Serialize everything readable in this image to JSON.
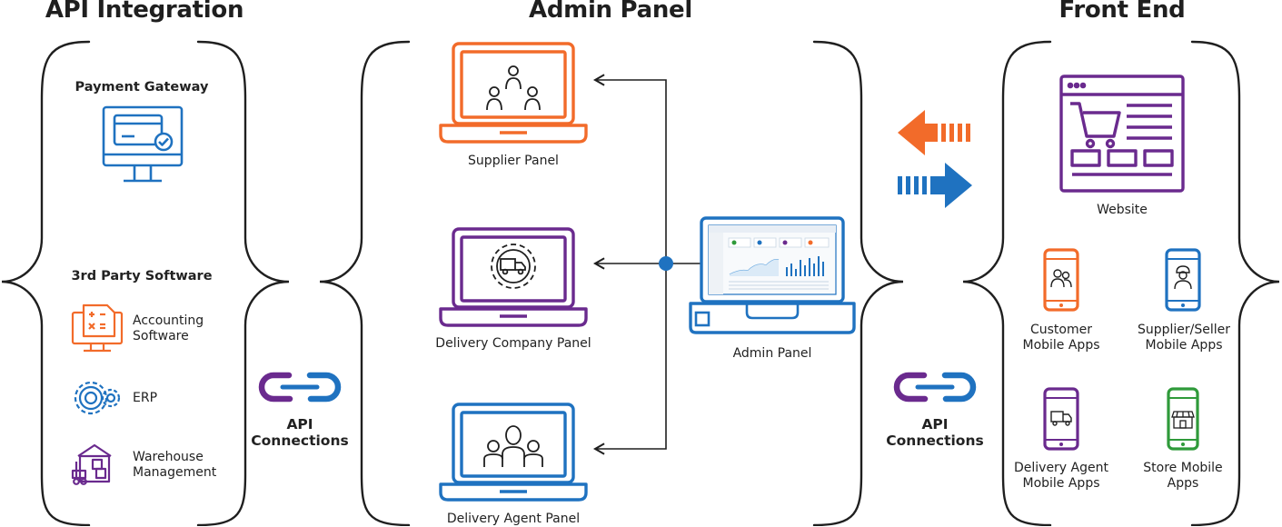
{
  "headings": {
    "api_integration": "API Integration",
    "admin_panel": "Admin Panel",
    "front_end": "Front End"
  },
  "api_integration": {
    "payment_gateway": "Payment Gateway",
    "third_party_title": "3rd Party Software",
    "accounting_line1": "Accounting",
    "accounting_line2": "Software",
    "erp": "ERP",
    "warehouse_line1": "Warehouse",
    "warehouse_line2": "Management"
  },
  "api_connections": {
    "left_line1": "API",
    "left_line2": "Connections",
    "right_line1": "API",
    "right_line2": "Connections"
  },
  "admin_section": {
    "supplier_panel": "Supplier Panel",
    "delivery_company_panel": "Delivery Company Panel",
    "delivery_agent_panel": "Delivery Agent Panel",
    "admin_panel_label": "Admin Panel"
  },
  "front_end": {
    "website": "Website",
    "customer_line1": "Customer",
    "customer_line2": "Mobile Apps",
    "supplier_seller_line1": "Supplier/Seller",
    "supplier_seller_line2": "Mobile Apps",
    "delivery_agent_line1": "Delivery Agent",
    "delivery_agent_line2": "Mobile Apps",
    "store_line1": "Store Mobile",
    "store_line2": "Apps"
  },
  "colors": {
    "orange": "#f26b2a",
    "purple": "#6a2a8e",
    "blue": "#1f72c0",
    "green": "#2f9a3a",
    "dark": "#1f1f1f"
  },
  "icons": {
    "payment_gateway": "monitor-credit-card-icon",
    "accounting": "monitor-calculator-icon",
    "erp": "gears-icon",
    "warehouse": "forklift-warehouse-icon",
    "link": "chain-link-icon",
    "supplier_panel": "laptop-people-icon",
    "delivery_company_panel": "laptop-gear-truck-icon",
    "delivery_agent_panel": "laptop-team-icon",
    "admin_panel": "laptop-dashboard-icon",
    "website": "browser-cart-icon",
    "customer_app": "phone-users-icon",
    "supplier_app": "phone-worker-icon",
    "delivery_agent_app": "phone-truck-icon",
    "store_app": "phone-store-icon",
    "arrow_left": "striped-arrow-left-icon",
    "arrow_right": "striped-arrow-right-icon"
  }
}
